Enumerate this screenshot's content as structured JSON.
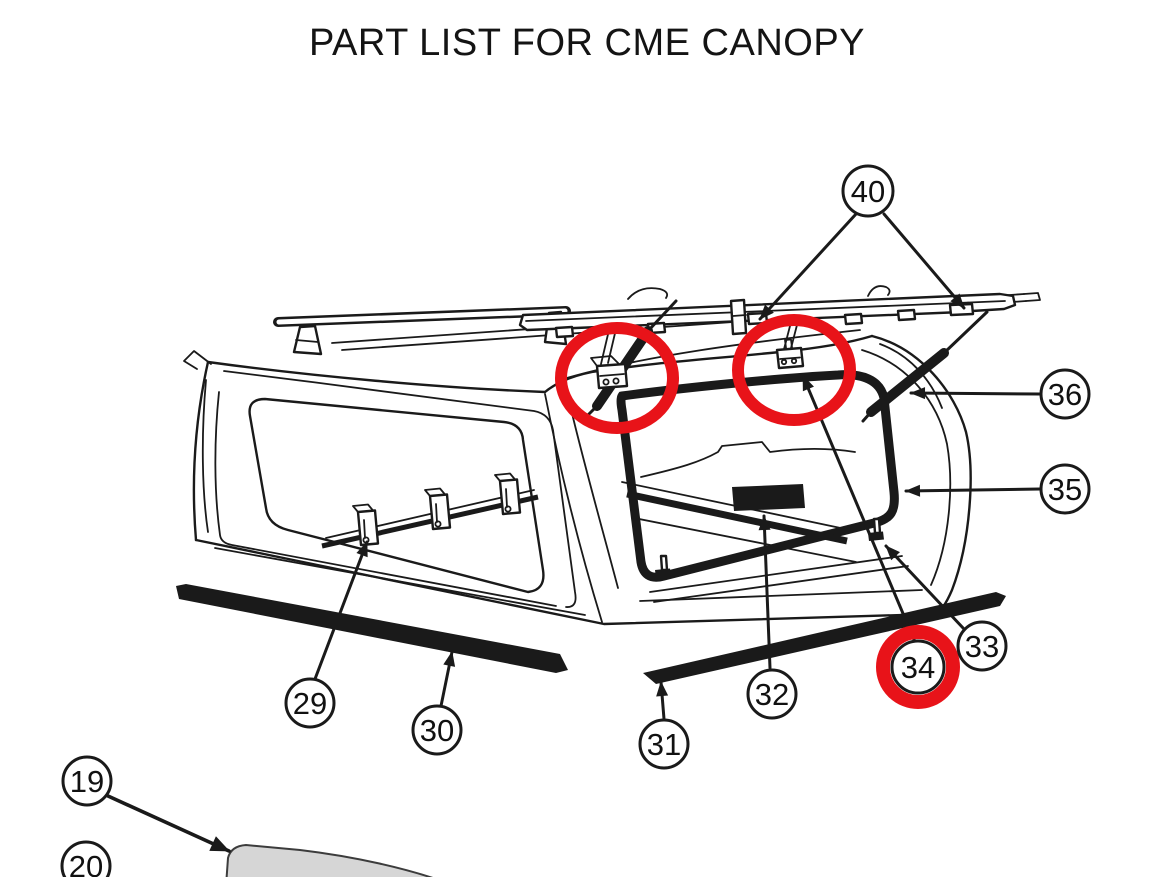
{
  "title": "PART LIST FOR CME CANOPY",
  "diagram": {
    "description": "Exploded line drawing of CME canopy with rear door lifted open",
    "callouts": {
      "c19": {
        "label": "19"
      },
      "c20": {
        "label": "20"
      },
      "c29": {
        "label": "29"
      },
      "c30": {
        "label": "30"
      },
      "c31": {
        "label": "31"
      },
      "c32": {
        "label": "32"
      },
      "c33": {
        "label": "33"
      },
      "c34": {
        "label": "34",
        "highlighted": true
      },
      "c35": {
        "label": "35"
      },
      "c36": {
        "label": "36"
      },
      "c40": {
        "label": "40"
      }
    },
    "highlights": {
      "color": "#e81319",
      "areas": [
        "left-door-hinge",
        "right-door-hinge",
        "callout-34"
      ]
    }
  },
  "colors": {
    "line": "#1a1a1a",
    "highlight": "#e81319",
    "part_fill": "#d6d6d6",
    "background": "#ffffff"
  }
}
